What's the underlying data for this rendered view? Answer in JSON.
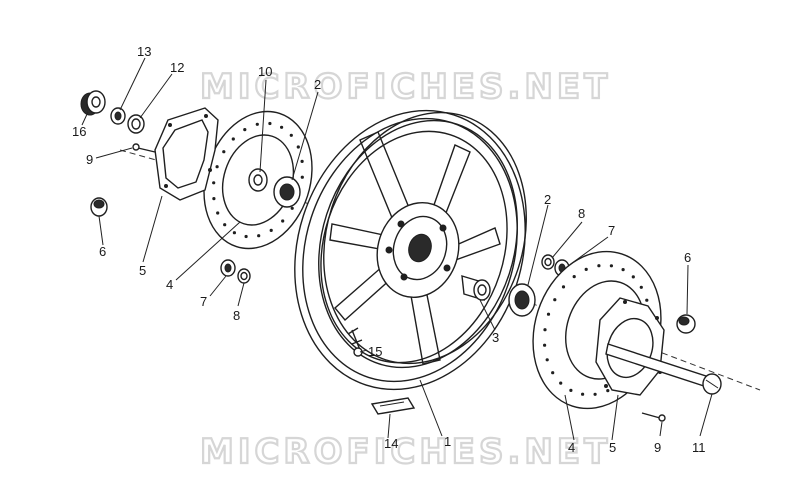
{
  "watermark": {
    "top": "MICROFICHES.NET",
    "bottom": "MICROFICHES.NET"
  },
  "callouts": {
    "c1": "1",
    "c2a": "2",
    "c2b": "2",
    "c3": "3",
    "c4a": "4",
    "c4b": "4",
    "c5a": "5",
    "c5b": "5",
    "c6a": "6",
    "c6b": "6",
    "c7a": "7",
    "c7b": "7",
    "c8a": "8",
    "c8b": "8",
    "c9a": "9",
    "c9b": "9",
    "c10": "10",
    "c11": "11",
    "c12": "12",
    "c13": "13",
    "c14": "14",
    "c15": "15",
    "c16": "16"
  }
}
